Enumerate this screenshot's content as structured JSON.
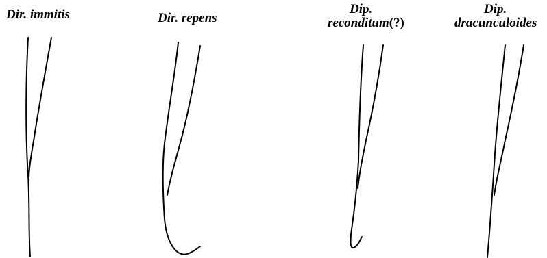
{
  "figure": {
    "panels": [
      {
        "id": "immitis",
        "label": "Dir. immitis"
      },
      {
        "id": "repens",
        "label": "Dir. repens"
      },
      {
        "id": "reconditum",
        "label_line1": "Dip.",
        "label_line2": "reconditum",
        "label_suffix": "(?)"
      },
      {
        "id": "dracunculoides",
        "label_line1": "Dip.",
        "label_line2": "dracunculoides"
      }
    ],
    "colors": {
      "background": "#ffffff",
      "ink": "#000000"
    }
  }
}
